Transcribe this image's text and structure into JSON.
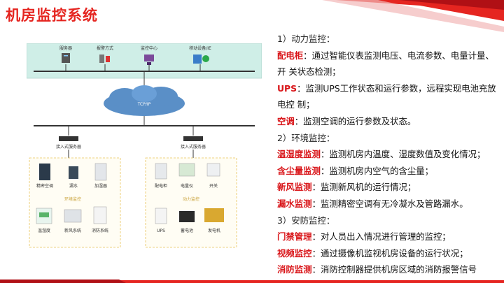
{
  "title": "机房监控系统",
  "diagram": {
    "top_nodes": [
      "服务器",
      "报警方式",
      "监控中心",
      "移动设备/IE"
    ],
    "cloud": "TCP/IP",
    "switches": [
      "接入式服务器",
      "接入式服务器"
    ],
    "left_group": {
      "name": "环境监控",
      "items": [
        "精密空调",
        "漏水",
        "加湿器",
        "温湿度",
        "新风系统",
        "消防系统"
      ]
    },
    "right_group": {
      "name": "动力监控",
      "items": [
        "配电柜",
        "电量仪",
        "开关",
        "UPS",
        "蓄电池",
        "发电机"
      ]
    }
  },
  "content": {
    "power_header": "1）动力监控：",
    "power": [
      {
        "term": "配电柜",
        "text": "：通过智能仪表监测电压、电流参数、电量计量、开 关状态检测；"
      },
      {
        "term": "UPS",
        "text": "：监测UPS工作状态和运行参数，远程实现电池充放电控 制；"
      },
      {
        "term": "空调",
        "text": "：监测空调的运行参数及状态。"
      }
    ],
    "env_header": "2）环境监控：",
    "env": [
      {
        "term": "温湿度监测",
        "text": "：监测机房内温度、湿度数值及变化情况；"
      },
      {
        "term": "含尘量监测",
        "text": "：监测机房内空气的含尘量；"
      },
      {
        "term": "新风监测",
        "text": "：监测新风机的运行情况；"
      },
      {
        "term": "漏水监测",
        "text": "：监测精密空调有无冷凝水及管路漏水。"
      }
    ],
    "security_header": "3）安防监控：",
    "security": [
      {
        "term": "门禁管理",
        "text": "：对人员出入情况进行管理的监控；"
      },
      {
        "term": "视频监控",
        "text": "：通过摄像机监视机房设备的运行状况；"
      },
      {
        "term": "消防监测",
        "text": "：消防控制器提供机房区域的消防报警信号"
      }
    ]
  },
  "colors": {
    "accent": "#e52520",
    "highlight": "#d9161a",
    "diagram_top": "#c9ebe4",
    "cloud": "#5a8fc7",
    "group_border": "#e8c35a"
  }
}
